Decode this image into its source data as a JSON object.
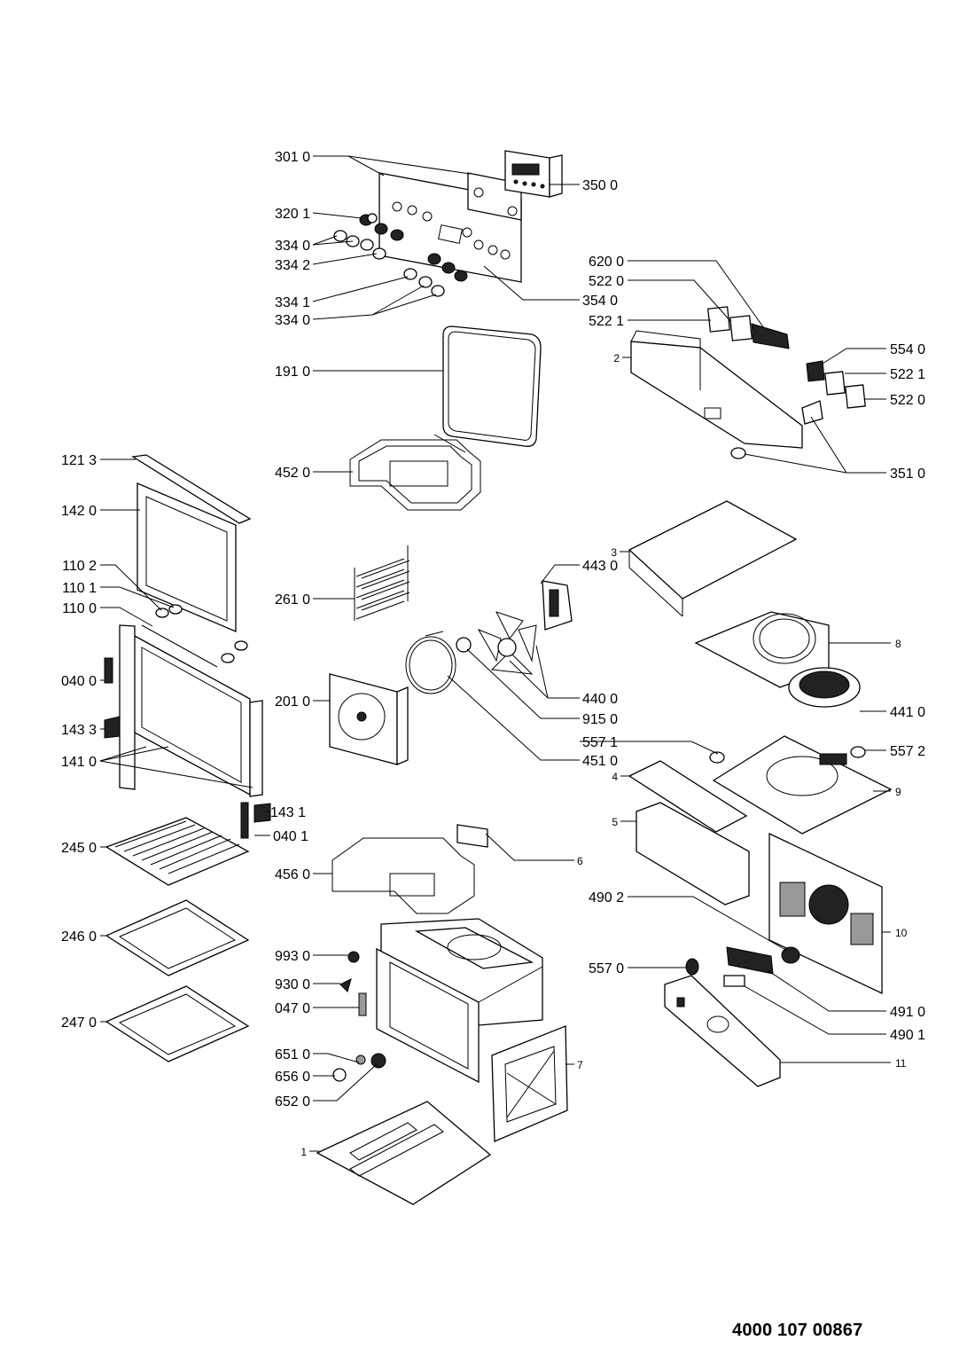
{
  "document_number": "4000 107 00867",
  "labels": {
    "l3010": "301 0",
    "l3500": "350 0",
    "l3201": "320 1",
    "l3340a": "334 0",
    "l3342": "334 2",
    "l3341": "334 1",
    "l3340b": "334 0",
    "l3540": "354 0",
    "l6200": "620 0",
    "l5220a": "522 0",
    "l5221a": "522 1",
    "l2": "2",
    "l5540": "554 0",
    "l5221b": "522 1",
    "l5220b": "522 0",
    "l1910": "191 0",
    "l3510": "351 0",
    "l1213": "121 3",
    "l4520": "452 0",
    "l1420": "142 0",
    "l3": "3",
    "l1102": "110 2",
    "l4430": "443 0",
    "l1101": "110 1",
    "l2610": "261 0",
    "l1100": "110 0",
    "l8": "8",
    "l0400": "040 0",
    "l2010": "201 0",
    "l4400": "440 0",
    "l4410": "441 0",
    "l1433": "143 3",
    "l9150": "915 0",
    "l5571": "557 1",
    "l5572": "557 2",
    "l1410": "141 0",
    "l4510": "451 0",
    "l4": "4",
    "l9": "9",
    "l1431": "143 1",
    "l5": "5",
    "l0401": "040 1",
    "l2450": "245 0",
    "l6": "6",
    "l4560": "456 0",
    "l4902": "490 2",
    "l10": "10",
    "l2460": "246 0",
    "l9930": "993 0",
    "l5570": "557 0",
    "l9300": "930 0",
    "l0470": "047 0",
    "l2470": "247 0",
    "l4910": "491 0",
    "l4901": "490 1",
    "l6510": "651 0",
    "l7": "7",
    "l11": "11",
    "l6560": "656 0",
    "l6520": "652 0",
    "l1": "1"
  }
}
